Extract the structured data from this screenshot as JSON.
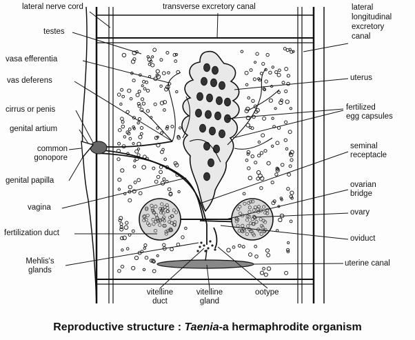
{
  "labels": {
    "lateral_nerve_cord": "lateral nerve cord",
    "transverse_excretory_canal": "transverse excretory canal",
    "lateral_longitudinal_excretory_canal": [
      "lateral",
      "longitudinal",
      "excretory",
      "canal"
    ],
    "testes": "testes",
    "vasa_efferentia": "vasa efferentia",
    "vas_deferens": "vas deferens",
    "cirrus_or_penis": "cirrus or penis",
    "genital_artium": "genital artium",
    "common_gonopore": [
      "common",
      "gonopore"
    ],
    "genital_papilla": "genital papilla",
    "vagina": "vagina",
    "fertilization_duct": "fertilization duct",
    "mehlis_glands": [
      "Mehlis's",
      "glands"
    ],
    "uterus": "uterus",
    "fertilized_egg_capsules": [
      "fertilized",
      "egg capsules"
    ],
    "seminal_receptacle": [
      "seminal",
      "receptacle"
    ],
    "ovarian_bridge": [
      "ovarian",
      "bridge"
    ],
    "ovary": "ovary",
    "oviduct": "oviduct",
    "uterine_canal": "uterine canal",
    "vitelline_duct": [
      "vitelline",
      "duct"
    ],
    "vitelline_gland": [
      "vitelline",
      "gland"
    ],
    "ootype": "ootype"
  },
  "caption": {
    "prefix": "Reproductive structure : ",
    "genus": "Taenia",
    "suffix": "-a hermaphrodite organism"
  }
}
